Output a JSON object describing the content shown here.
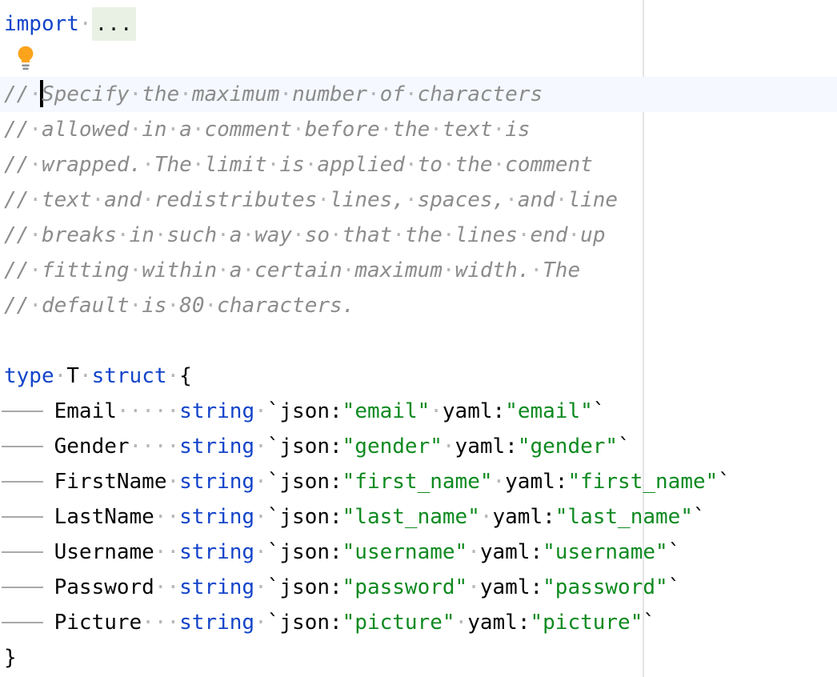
{
  "editor": {
    "language": "go",
    "right_margin_x": 803,
    "caret_line": 3,
    "bulb_line": 2,
    "colors": {
      "keyword": "#1344CA",
      "string": "#0E8A20",
      "comment": "#8C8C8C",
      "plain": "#060606",
      "whitespace": "#B6B6B6",
      "caret_row_bg": "#F5F8FE",
      "guide": "#E4E4E7",
      "fold_bg": "#E8F1E4",
      "tab_line": "#A9A9A9",
      "bulb": "#FBA31B",
      "bulb_base": "#8F9398"
    },
    "icons": {
      "bulb": "intention-lightbulb-icon"
    },
    "lines": [
      {
        "tokens": [
          {
            "c": "kw",
            "t": "import"
          },
          {
            "c": "ws",
            "t": " "
          },
          {
            "c": "fold",
            "t": "..."
          }
        ]
      },
      {
        "bulb": true,
        "tokens": []
      },
      {
        "highlight": true,
        "tokens": [
          {
            "c": "comment",
            "t": "// "
          },
          {
            "c": "caret",
            "t": ""
          },
          {
            "c": "comment",
            "t": "Specify the maximum number of characters"
          }
        ]
      },
      {
        "tokens": [
          {
            "c": "comment",
            "t": "// allowed in a comment before the text is"
          }
        ]
      },
      {
        "tokens": [
          {
            "c": "comment",
            "t": "// wrapped. The limit is applied to the comment"
          }
        ]
      },
      {
        "tokens": [
          {
            "c": "comment",
            "t": "// text and redistributes lines, spaces, and line"
          }
        ]
      },
      {
        "tokens": [
          {
            "c": "comment",
            "t": "// breaks in such a way so that the lines end up"
          }
        ]
      },
      {
        "tokens": [
          {
            "c": "comment",
            "t": "// fitting within a certain maximum width. The"
          }
        ]
      },
      {
        "tokens": [
          {
            "c": "comment",
            "t": "// default is 80 characters."
          }
        ]
      },
      {
        "tokens": []
      },
      {
        "tokens": [
          {
            "c": "kw",
            "t": "type"
          },
          {
            "c": "ws",
            "t": " "
          },
          {
            "c": "plain",
            "t": "T"
          },
          {
            "c": "ws",
            "t": " "
          },
          {
            "c": "kw",
            "t": "struct"
          },
          {
            "c": "ws",
            "t": " "
          },
          {
            "c": "plain",
            "t": "{"
          }
        ]
      },
      {
        "tokens": [
          {
            "c": "tab",
            "t": "\t"
          },
          {
            "c": "plain",
            "t": "Email"
          },
          {
            "c": "ws",
            "t": "     "
          },
          {
            "c": "kw",
            "t": "string"
          },
          {
            "c": "ws",
            "t": " "
          },
          {
            "c": "plain",
            "t": "`json:"
          },
          {
            "c": "str",
            "t": "\"email\""
          },
          {
            "c": "ws",
            "t": " "
          },
          {
            "c": "plain",
            "t": "yaml:"
          },
          {
            "c": "str",
            "t": "\"email\""
          },
          {
            "c": "plain",
            "t": "`"
          }
        ]
      },
      {
        "tokens": [
          {
            "c": "tab",
            "t": "\t"
          },
          {
            "c": "plain",
            "t": "Gender"
          },
          {
            "c": "ws",
            "t": "    "
          },
          {
            "c": "kw",
            "t": "string"
          },
          {
            "c": "ws",
            "t": " "
          },
          {
            "c": "plain",
            "t": "`json:"
          },
          {
            "c": "str",
            "t": "\"gender\""
          },
          {
            "c": "ws",
            "t": " "
          },
          {
            "c": "plain",
            "t": "yaml:"
          },
          {
            "c": "str",
            "t": "\"gender\""
          },
          {
            "c": "plain",
            "t": "`"
          }
        ]
      },
      {
        "tokens": [
          {
            "c": "tab",
            "t": "\t"
          },
          {
            "c": "plain",
            "t": "FirstName"
          },
          {
            "c": "ws",
            "t": " "
          },
          {
            "c": "kw",
            "t": "string"
          },
          {
            "c": "ws",
            "t": " "
          },
          {
            "c": "plain",
            "t": "`json:"
          },
          {
            "c": "str",
            "t": "\"first_name\""
          },
          {
            "c": "ws",
            "t": " "
          },
          {
            "c": "plain",
            "t": "yaml:"
          },
          {
            "c": "str",
            "t": "\"first_name\""
          },
          {
            "c": "plain",
            "t": "`"
          }
        ]
      },
      {
        "tokens": [
          {
            "c": "tab",
            "t": "\t"
          },
          {
            "c": "plain",
            "t": "LastName"
          },
          {
            "c": "ws",
            "t": "  "
          },
          {
            "c": "kw",
            "t": "string"
          },
          {
            "c": "ws",
            "t": " "
          },
          {
            "c": "plain",
            "t": "`json:"
          },
          {
            "c": "str",
            "t": "\"last_name\""
          },
          {
            "c": "ws",
            "t": " "
          },
          {
            "c": "plain",
            "t": "yaml:"
          },
          {
            "c": "str",
            "t": "\"last_name\""
          },
          {
            "c": "plain",
            "t": "`"
          }
        ]
      },
      {
        "tokens": [
          {
            "c": "tab",
            "t": "\t"
          },
          {
            "c": "plain",
            "t": "Username"
          },
          {
            "c": "ws",
            "t": "  "
          },
          {
            "c": "kw",
            "t": "string"
          },
          {
            "c": "ws",
            "t": " "
          },
          {
            "c": "plain",
            "t": "`json:"
          },
          {
            "c": "str",
            "t": "\"username\""
          },
          {
            "c": "ws",
            "t": " "
          },
          {
            "c": "plain",
            "t": "yaml:"
          },
          {
            "c": "str",
            "t": "\"username\""
          },
          {
            "c": "plain",
            "t": "`"
          }
        ]
      },
      {
        "tokens": [
          {
            "c": "tab",
            "t": "\t"
          },
          {
            "c": "plain",
            "t": "Password"
          },
          {
            "c": "ws",
            "t": "  "
          },
          {
            "c": "kw",
            "t": "string"
          },
          {
            "c": "ws",
            "t": " "
          },
          {
            "c": "plain",
            "t": "`json:"
          },
          {
            "c": "str",
            "t": "\"password\""
          },
          {
            "c": "ws",
            "t": " "
          },
          {
            "c": "plain",
            "t": "yaml:"
          },
          {
            "c": "str",
            "t": "\"password\""
          },
          {
            "c": "plain",
            "t": "`"
          }
        ]
      },
      {
        "tokens": [
          {
            "c": "tab",
            "t": "\t"
          },
          {
            "c": "plain",
            "t": "Picture"
          },
          {
            "c": "ws",
            "t": "   "
          },
          {
            "c": "kw",
            "t": "string"
          },
          {
            "c": "ws",
            "t": " "
          },
          {
            "c": "plain",
            "t": "`json:"
          },
          {
            "c": "str",
            "t": "\"picture\""
          },
          {
            "c": "ws",
            "t": " "
          },
          {
            "c": "plain",
            "t": "yaml:"
          },
          {
            "c": "str",
            "t": "\"picture\""
          },
          {
            "c": "plain",
            "t": "`"
          }
        ]
      },
      {
        "tokens": [
          {
            "c": "plain",
            "t": "}"
          }
        ]
      }
    ]
  }
}
